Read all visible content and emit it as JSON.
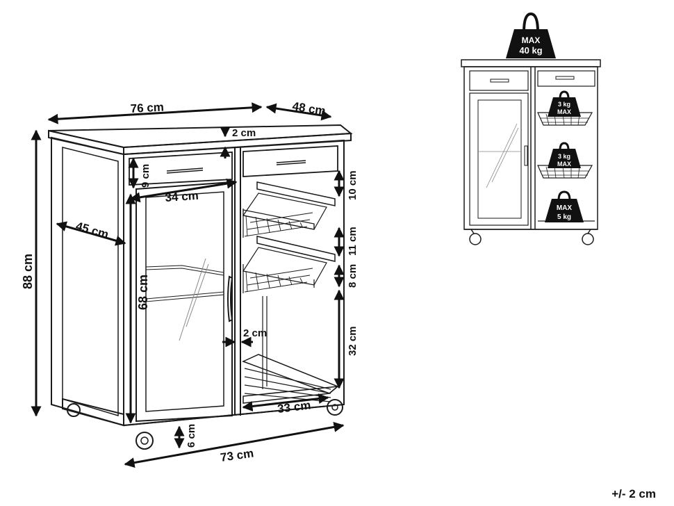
{
  "dimensions": {
    "width_top": "76 cm",
    "depth_top": "48 cm",
    "top_thickness": "2 cm",
    "drawer_height": "9 cm",
    "door_width": "34 cm",
    "side_depth": "45 cm",
    "total_height": "88 cm",
    "door_height": "68 cm",
    "basket_gap_top": "10 cm",
    "basket_gap_mid": "11 cm",
    "basket_height": "8 cm",
    "lower_space": "32 cm",
    "handle_offset": "2 cm",
    "rack_width": "33 cm",
    "leg_height": "6 cm",
    "width_base": "73 cm"
  },
  "weights": {
    "top_max_label": "MAX",
    "top_max_value": "40 kg",
    "basket1_value": "3 kg",
    "basket1_label": "MAX",
    "basket2_value": "3 kg",
    "basket2_label": "MAX",
    "rack_label": "MAX",
    "rack_value": "5 kg"
  },
  "tolerance": "+/- 2 cm",
  "colors": {
    "line": "#1a1a1a",
    "weight_fill": "#111111",
    "glass": "#888888"
  }
}
